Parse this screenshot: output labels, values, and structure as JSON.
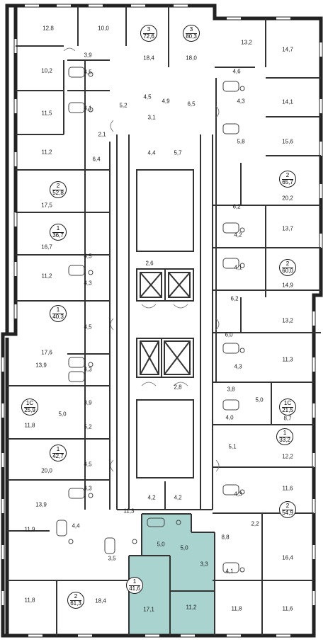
{
  "plan": {
    "highlight_color": "#a9d3cf",
    "wall_color": "#222222",
    "apartments": [
      {
        "type": "3",
        "area": "72,6"
      },
      {
        "type": "3",
        "area": "80,3"
      },
      {
        "type": "2",
        "area": "52,8"
      },
      {
        "type": "2",
        "area": "65,7"
      },
      {
        "type": "1",
        "area": "36,7"
      },
      {
        "type": "2",
        "area": "60,0"
      },
      {
        "type": "1",
        "area": "40,3"
      },
      {
        "type": "1С",
        "area": "25,9"
      },
      {
        "type": "1С",
        "area": "21,5"
      },
      {
        "type": "1",
        "area": "33,2"
      },
      {
        "type": "1",
        "area": "42,7"
      },
      {
        "type": "2",
        "area": "54,9"
      },
      {
        "type": "1",
        "area": "41,6"
      },
      {
        "type": "2",
        "area": "61,3"
      }
    ],
    "rooms": [
      "12,8",
      "10,0",
      "18,4",
      "18,0",
      "3,9",
      "13,2",
      "14,7",
      "4,6",
      "10,2",
      "4,5",
      "4,1",
      "4,5",
      "5,2",
      "4,9",
      "6,5",
      "4,3",
      "14,1",
      "3,1",
      "11,5",
      "2,1",
      "5,8",
      "15,6",
      "11,2",
      "6,4",
      "4,4",
      "5,7",
      "17,5",
      "20,2",
      "6,2",
      "4,2",
      "13,7",
      "16,7",
      "4,1",
      "14,9",
      "11,2",
      "4,5",
      "2,6",
      "4,3",
      "6,2",
      "13,2",
      "17,6",
      "6,0",
      "4,5",
      "11,3",
      "13,9",
      "4,3",
      "4,3",
      "2,8",
      "3,8",
      "3,9",
      "5,0",
      "5,0",
      "5,2",
      "4,0",
      "8,7",
      "11,8",
      "12,2",
      "20,0",
      "5,1",
      "4,5",
      "11,6",
      "13,9",
      "4,3",
      "4,2",
      "4,2",
      "4,3",
      "11,3",
      "2,2",
      "5,0",
      "8,8",
      "11,9",
      "4,4",
      "5,0",
      "3,3",
      "3,5",
      "4,1",
      "16,4",
      "11,8",
      "18,4",
      "17,1",
      "11,2",
      "11,8",
      "11,6"
    ]
  }
}
